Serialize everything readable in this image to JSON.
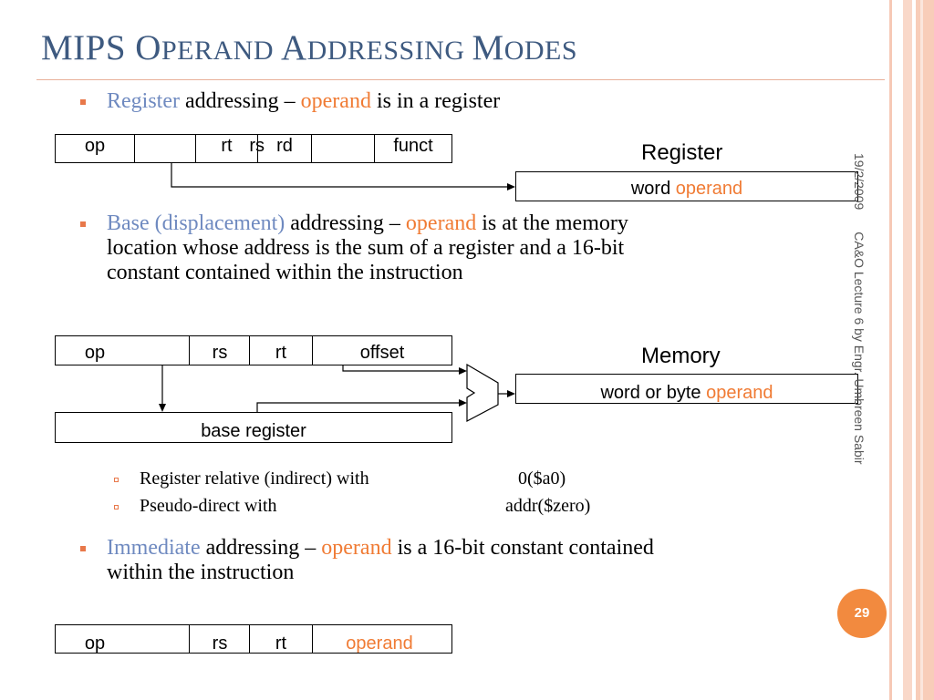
{
  "title": {
    "first": "MIPS O",
    "rest1": "PERAND ",
    "a": "A",
    "rest2": "DDRESSING ",
    "m": "M",
    "rest3": "ODES"
  },
  "bullet1": {
    "term": "Register",
    "text1": " addressing – ",
    "operand": "operand",
    "text2": " is in a register"
  },
  "fmt_register": {
    "cells": [
      "op",
      "rs",
      "rt",
      "rd",
      "",
      "funct"
    ],
    "target_title": "Register",
    "target_text": "word ",
    "target_operand": "operand"
  },
  "bullet2": {
    "term": "Base (displacement)",
    "text1": " addressing – ",
    "operand": "operand",
    "text2": " is at the memory",
    "line2": "location whose address is the sum of a register and a 16-bit",
    "line3": "constant contained within the instruction"
  },
  "fmt_base": {
    "cells": [
      "op",
      "rs",
      "rt",
      "offset"
    ],
    "base_register": "base register",
    "target_title": "Memory",
    "target_text": "word or byte ",
    "target_operand": "operand"
  },
  "sub_bullets": [
    {
      "text": "Register relative (indirect) with",
      "example": "0($a0)"
    },
    {
      "text": "Pseudo-direct with",
      "example": "addr($zero)"
    }
  ],
  "bullet3": {
    "term": "Immediate",
    "text1": " addressing – ",
    "operand": "operand",
    "text2": " is a 16-bit constant contained",
    "line2": "within the instruction"
  },
  "fmt_imm": {
    "cells": [
      "op",
      "rs",
      "rt",
      "operand"
    ]
  },
  "side_text": {
    "date": "19/2/2009",
    "course": "CA&O Lecture 6 by Engr. Umbreen Sabir"
  },
  "page_number": "29",
  "colors": {
    "title": "#3e5a80",
    "term": "#6f8ac0",
    "operand": "#f07b34",
    "accent": "#f28a3f"
  }
}
